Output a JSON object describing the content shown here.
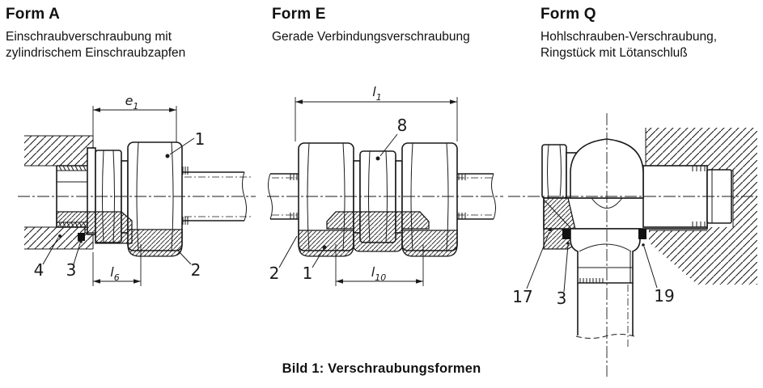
{
  "page": {
    "caption": "Bild 1: Verschraubungsformen"
  },
  "forms": [
    {
      "key": "A",
      "title": "Form A",
      "description": "Einschraubverschraubung mit zylindrischem Einschraubzapfen"
    },
    {
      "key": "E",
      "title": "Form E",
      "description": "Gerade Verbindungsverschraubung"
    },
    {
      "key": "Q",
      "title": "Form Q",
      "description": "Hohlschrauben-Verschraubung, Ringstück mit Lötanschluß"
    }
  ],
  "annotations": {
    "form_a": {
      "dim_e1": {
        "letter": "e",
        "sub": "1"
      },
      "dim_l6": {
        "letter": "l",
        "sub": "6"
      },
      "part_1": "1",
      "part_2": "2",
      "part_3": "3",
      "part_4": "4"
    },
    "form_e": {
      "dim_l1": {
        "letter": "l",
        "sub": "1"
      },
      "dim_l10": {
        "letter": "l",
        "sub": "10"
      },
      "part_8": "8",
      "part_2": "2",
      "part_1": "1"
    },
    "form_q": {
      "part_17": "17",
      "part_3": "3",
      "part_19": "19"
    }
  },
  "colors": {
    "line": "#1a1a1a",
    "seal": "#111111",
    "background": "#ffffff"
  }
}
